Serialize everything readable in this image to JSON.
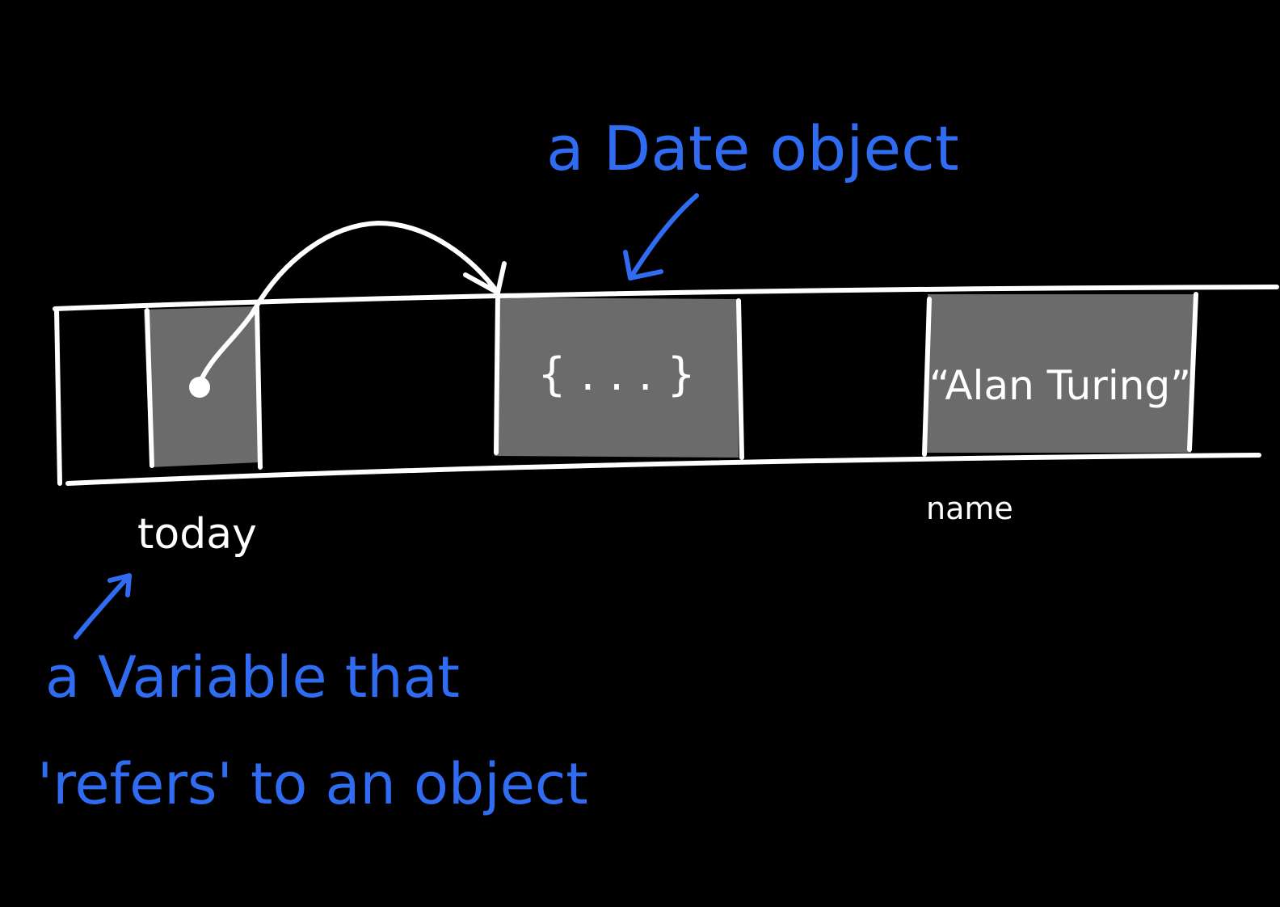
{
  "labels": {
    "date_object": "a Date object",
    "object_contents": "{ . . . }",
    "string_value": "“Alan Turing”",
    "today": "today",
    "name": "name",
    "variable_line1": "a Variable that",
    "variable_line2": "'refers' to an object"
  },
  "colors": {
    "background": "#000000",
    "chalk": "#ffffff",
    "annotation": "#2f6cf2",
    "cell_fill": "#6b6b6b"
  }
}
